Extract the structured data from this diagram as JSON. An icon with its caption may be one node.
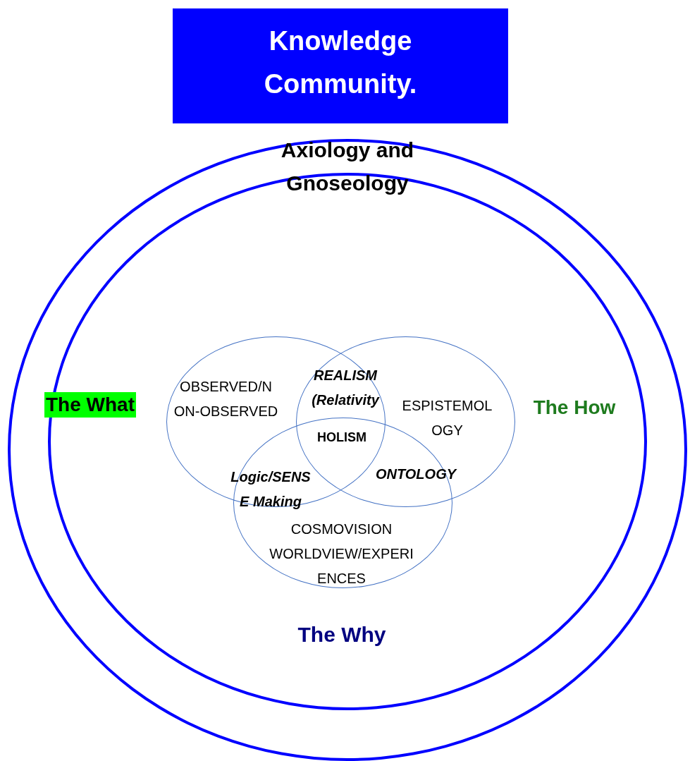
{
  "diagram": {
    "nodes": [
      {
        "text": [
          "Knowledge Community."
        ]
      },
      {
        "text": [
          "Axiology and Gnoseology"
        ]
      },
      {
        "text": [],
        "shape": "circle",
        "in": 1
      },
      {
        "text": [
          "OBSERVED/N ON-OBSERVED"
        ],
        "in": 2
      },
      {
        "text": [
          "ESPISTEMOL OGY"
        ],
        "in": 2
      },
      {
        "text": [
          "COSMOVISION WORLDVIEW/EXPERI ENCES"
        ],
        "in": 2
      }
    ],
    "labels": [
      "REALISM (Relativity",
      "The What",
      "The How",
      "HOLISM",
      "Logic/SENS E Making",
      "ONTOLOGY",
      "The Why"
    ]
  }
}
